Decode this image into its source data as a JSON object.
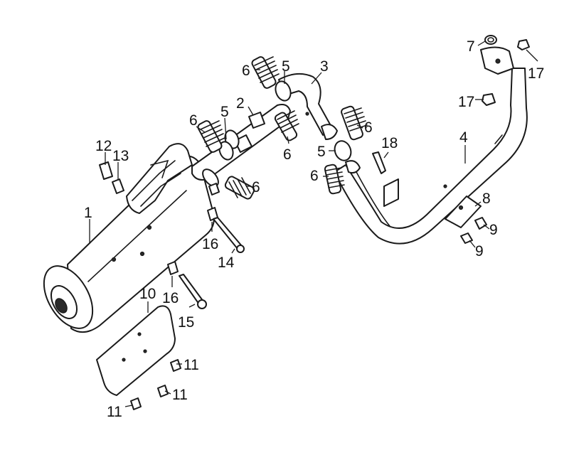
{
  "callouts": {
    "c1": "1",
    "c2": "2",
    "c3": "3",
    "c4": "4",
    "c5a": "5",
    "c5b": "5",
    "c5c": "5",
    "c6a": "6",
    "c6b": "6",
    "c6c": "6",
    "c6d": "6",
    "c6e": "6",
    "c6f": "6",
    "c7": "7",
    "c8": "8",
    "c9a": "9",
    "c9b": "9",
    "c10": "10",
    "c11a": "11",
    "c11b": "11",
    "c11c": "11",
    "c12": "12",
    "c13": "13",
    "c14": "14",
    "c15": "15",
    "c16a": "16",
    "c16b": "16",
    "c17a": "17",
    "c17b": "17",
    "c18": "18"
  }
}
